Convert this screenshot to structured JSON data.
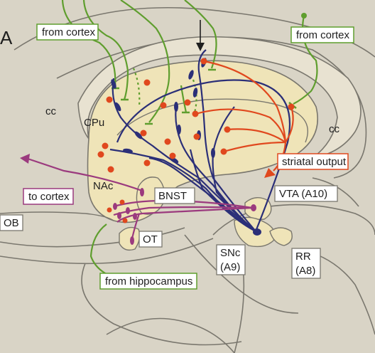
{
  "figure": {
    "panel_letter": "A",
    "regions": {
      "cc_left": "cc",
      "cc_right": "cc",
      "cpu": "CPu",
      "nac": "NAc",
      "bnst": "BNST",
      "ob": "OB",
      "ot": "OT",
      "vta": "VTA (A10)",
      "snc_line1": "SNc",
      "snc_line2": "(A9)",
      "rr_line1": "RR",
      "rr_line2": "(A8)"
    },
    "callouts": {
      "from_cortex_left": "from cortex",
      "from_cortex_right": "from cortex",
      "striatal_output": "striatal output",
      "to_cortex": "to cortex",
      "from_hippocampus": "from hippocampus"
    },
    "colors": {
      "cortical_input": "#5f9e2e",
      "dopamine_axons": "#2b2f78",
      "striatal_output": "#e0481e",
      "accumbens_pathway": "#9b3a7e",
      "striatum_fill": "#efe4b8",
      "outline": "#7a776e"
    }
  }
}
